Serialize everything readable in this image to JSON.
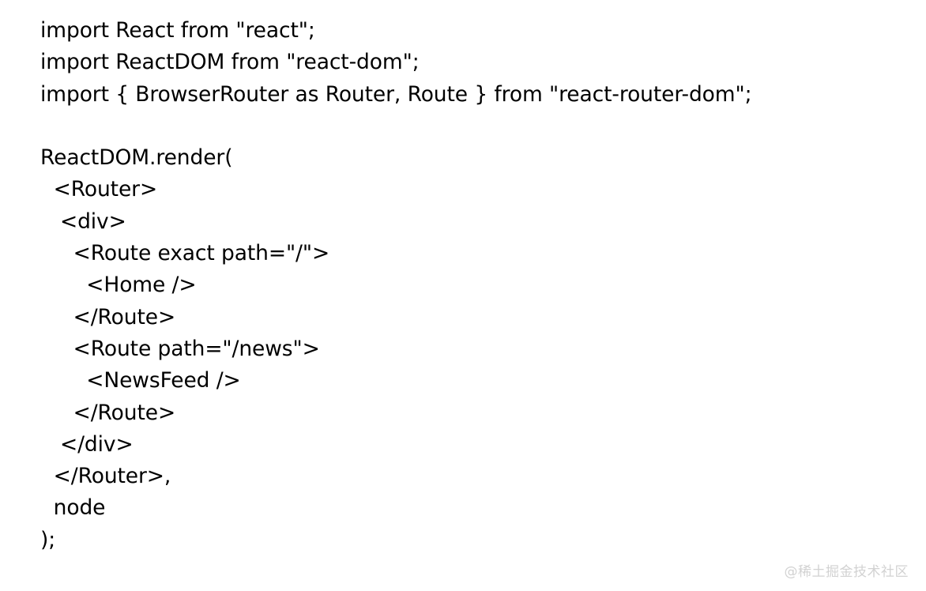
{
  "document": {
    "type": "code-snippet",
    "language": "jsx",
    "background_color": "#ffffff",
    "text_color": "#000000",
    "lines": [
      "import React from \"react\";",
      "import ReactDOM from \"react-dom\";",
      "import { BrowserRouter as Router, Route } from \"react-router-dom\";",
      "",
      "ReactDOM.render(",
      "  <Router>",
      "   <div>",
      "     <Route exact path=\"/\">",
      "       <Home />",
      "     </Route>",
      "     <Route path=\"/news\">",
      "       <NewsFeed />",
      "     </Route>",
      "   </div>",
      "  </Router>,",
      "  node",
      ");"
    ]
  },
  "watermark": {
    "text": "@稀土掘金技术社区",
    "color": "#d2d2d2"
  }
}
